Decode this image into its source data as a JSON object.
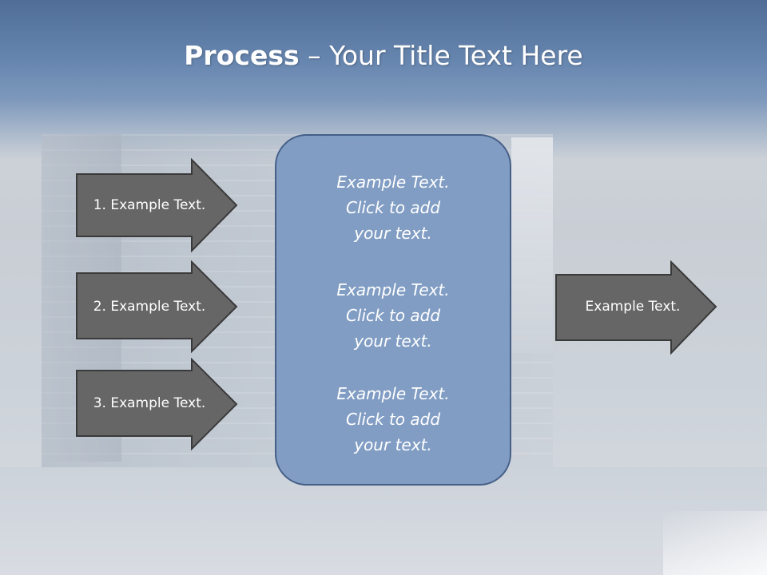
{
  "slide": {
    "title_bold": "Process",
    "title_rest": " – Your Title Text Here"
  },
  "left_arrows": [
    {
      "label": "1. Example Text."
    },
    {
      "label": "2. Example Text."
    },
    {
      "label": "3. Example Text."
    }
  ],
  "center_box": {
    "blocks": [
      {
        "lines": [
          "Example Text.",
          "Click  to add",
          "your text."
        ]
      },
      {
        "lines": [
          "Example Text.",
          "Click  to add",
          "your text."
        ]
      },
      {
        "lines": [
          "Example Text.",
          "Click  to add",
          "your text."
        ]
      }
    ]
  },
  "right_arrow": {
    "label": "Example Text."
  },
  "colors": {
    "arrow_fill": "#666666",
    "arrow_stroke": "#3a3a3a",
    "box_fill": "#7e9bc3",
    "box_stroke": "#3f5a84",
    "header": "#5f7fa8"
  }
}
